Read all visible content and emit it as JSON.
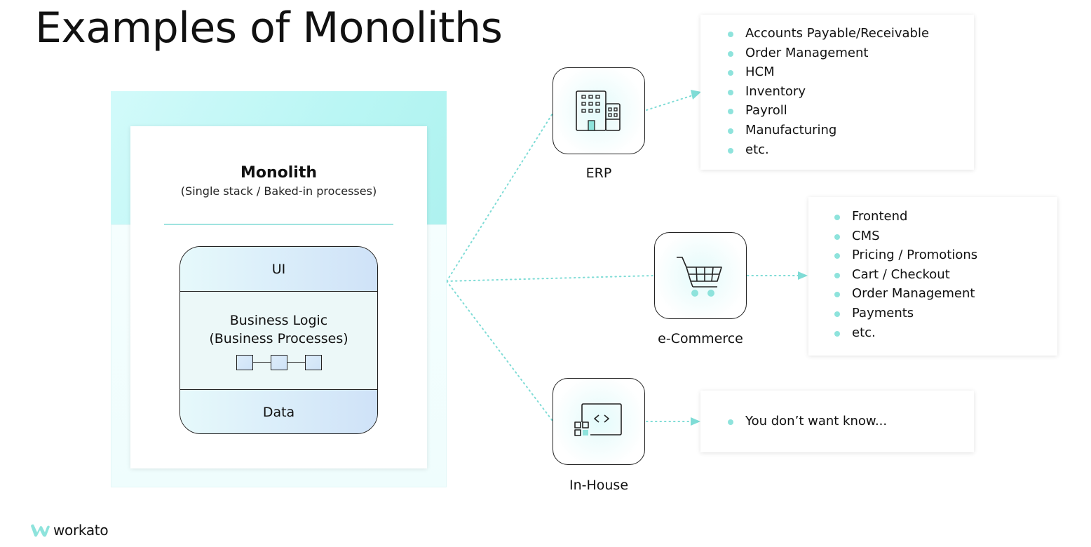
{
  "title": "Examples of Monoliths",
  "monolith": {
    "title": "Monolith",
    "subtitle": "(Single stack / Baked-in processes)",
    "layers": {
      "ui": "UI",
      "business_logic_line1": "Business Logic",
      "business_logic_line2": "(Business Processes)",
      "data": "Data"
    }
  },
  "examples": [
    {
      "label": "ERP",
      "icon": "building-icon",
      "items": [
        "Accounts Payable/Receivable",
        "Order Management",
        "HCM",
        "Inventory",
        "Payroll",
        "Manufacturing",
        "etc."
      ]
    },
    {
      "label": "e-Commerce",
      "icon": "shopping-cart-icon",
      "items": [
        "Frontend",
        "CMS",
        "Pricing / Promotions",
        "Cart / Checkout",
        "Order Management",
        "Payments",
        "etc."
      ]
    },
    {
      "label": "In-House",
      "icon": "code-window-icon",
      "items": [
        "You don’t want know..."
      ]
    }
  ],
  "logo": {
    "text": "workato"
  },
  "colors": {
    "accent": "#8ee3dc",
    "accent_light": "#b9f6f4",
    "layer_blue": "#cfe2f8",
    "text": "#111111"
  }
}
